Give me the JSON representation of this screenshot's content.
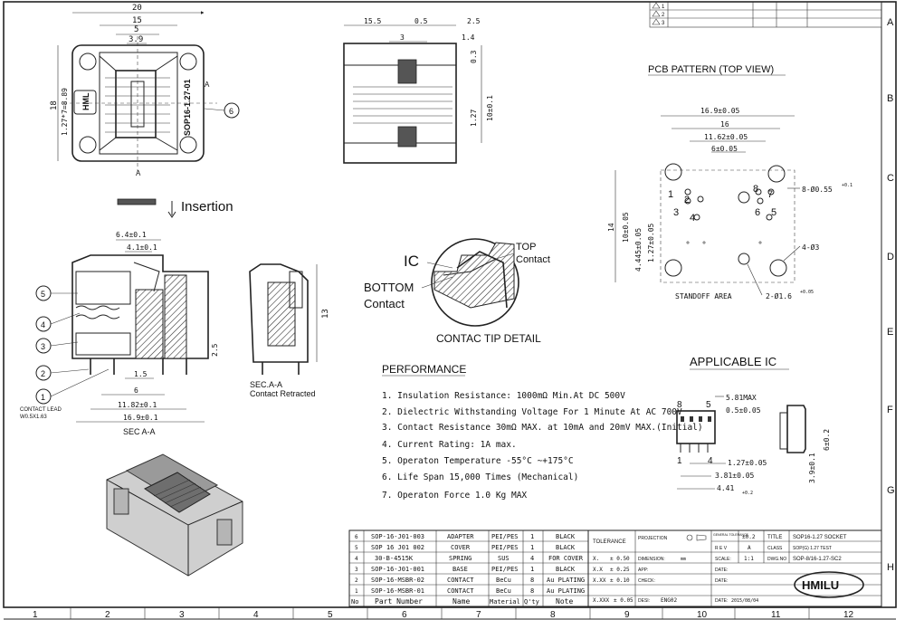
{
  "revision": {
    "rows": [
      "1",
      "2",
      "3"
    ]
  },
  "grid": {
    "columns": [
      "1",
      "2",
      "3",
      "4",
      "5",
      "6",
      "7",
      "8",
      "9",
      "10",
      "11",
      "12"
    ],
    "rows": [
      "A",
      "B",
      "C",
      "D",
      "E",
      "F",
      "G",
      "H"
    ]
  },
  "top_view": {
    "dim_20": "20",
    "dim_15": "15",
    "dim_5": "5",
    "dim_39": "3.9",
    "dim_18": "18",
    "pitch": "1.27*7=8.89",
    "label": "SOP16-1.27-01",
    "balloon": "6",
    "logo": "HML",
    "section": "A"
  },
  "side_view": {
    "dim_155": "15.5",
    "dim_05": "0.5",
    "dim_25": "2.5",
    "dim_3": "3",
    "dim_14": "1.4",
    "dim_03": "0.3",
    "dim_127": "1.27",
    "dim_10": "10±0.1"
  },
  "insertion": "Insertion",
  "section_view": {
    "dim_64": "6.4±0.1",
    "dim_41": "4.1±0.1",
    "dim_15": "1.5",
    "dim_6": "6",
    "dim_1182": "11.82±0.1",
    "dim_169": "16.9±0.1",
    "dim_25": "2.5",
    "dim_13": "13",
    "contact_lead": "CONTACT LEAD",
    "lead_size": "W0.5X1.63",
    "sec_label": "SEC A-A",
    "retracted_sec": "SEC.A-A",
    "retracted_label": "Contact Retracted",
    "balloons": [
      "5",
      "4",
      "3",
      "2",
      "1"
    ]
  },
  "contact_detail": {
    "ic": "IC",
    "top": "TOP",
    "top_contact": "Contact",
    "bottom": "BOTTOM",
    "bottom_contact": "Contact",
    "title": "CONTAC TIP DETAIL"
  },
  "pcb": {
    "title": "PCB PATTERN (TOP VIEW)",
    "dim_169": "16.9±0.05",
    "dim_16": "16",
    "dim_1162": "11.62±0.05",
    "dim_6": "6±0.05",
    "dim_14": "14",
    "dim_10": "10±0.05",
    "dim_4445": "4.445±0.05",
    "dim_127": "1.27±0.05",
    "hole_8": "8-Ø0.55",
    "hole_8_tol": "+0.1",
    "hole_4": "4-Ø3",
    "hole_2": "2-Ø1.6",
    "hole_2_tol": "+0.05",
    "standoff": "STANDOFF AREA",
    "pins": [
      "8",
      "7",
      "6",
      "5",
      "1",
      "2",
      "3",
      "4"
    ]
  },
  "performance": {
    "title": "PERFORMANCE",
    "items": [
      "1. Insulation Resistance: 1000mΩ Min.At DC 500V",
      "2. Dielectric Withstanding Voltage For 1 Minute At AC 700V",
      "3. Contact Resistance 30mΩ MAX. at 10mA and 20mV MAX.(Initial)",
      "4. Current Rating: 1A max.",
      "5. Operaton Temperature -55°C ~+175°C",
      "6. Life Span 15,000 Times (Mechanical)",
      "7. Operaton Force 1.0 Kg MAX"
    ]
  },
  "applicable": {
    "title": "APPLICABLE IC",
    "dim_581": "5.81MAX",
    "dim_05": "0.5±0.05",
    "dim_127": "1.27±0.05",
    "dim_381": "3.81±0.05",
    "dim_441": "4.41",
    "dim_441_tol": "+0.2",
    "dim_39": "3.9±0.1",
    "dim_6": "6±0.2",
    "pin8": "8",
    "pin5": "5",
    "pin1": "1",
    "pin4": "4"
  },
  "bom": {
    "rows": [
      {
        "no": "6",
        "part": "SOP-16-J01-003",
        "name": "ADAPTER",
        "material": "PEI/PES",
        "qty": "1",
        "note": "BLACK"
      },
      {
        "no": "5",
        "part": "SOP 16 J01 002",
        "name": "COVER",
        "material": "PEI/PES",
        "qty": "1",
        "note": "BLACK"
      },
      {
        "no": "4",
        "part": "30-B-4515K",
        "name": "SPRING",
        "material": "SUS",
        "qty": "4",
        "note": "FOR COVER"
      },
      {
        "no": "3",
        "part": "SOP-16-J01-001",
        "name": "BASE",
        "material": "PEI/PES",
        "qty": "1",
        "note": "BLACK"
      },
      {
        "no": "2",
        "part": "SOP-16-MSBR-02",
        "name": "CONTACT",
        "material": "BeCu",
        "qty": "8",
        "note": "Au PLATING"
      },
      {
        "no": "1",
        "part": "SOP-16-MSBR-01",
        "name": "CONTACT",
        "material": "BeCu",
        "qty": "8",
        "note": "Au PLATING"
      }
    ],
    "header": {
      "no": "No",
      "part": "Part Number",
      "name": "Name",
      "material": "Material",
      "qty": "Q'ty",
      "note": "Note"
    }
  },
  "title_block": {
    "tolerance": "TOLERANCE",
    "tol_x": "X.",
    "tol_x_val": "± 0.50",
    "tol_xx": "X.X",
    "tol_xx_val": "± 0.25",
    "tol_xxx": "X.XX",
    "tol_xxx_val": "± 0.10",
    "tol_xxxx": "X.XXX",
    "tol_xxxx_val": "± 0.05",
    "projection": "PROJECTION",
    "general_tol": "GENERAL TOLERANCE",
    "gen_tol_val": "±0.2",
    "rev": "R E V",
    "rev_val": "A",
    "dimension": "DIMENSION:",
    "mm": "mm",
    "scale": "SCALE:",
    "scale_val": "1:1",
    "app": "APP:",
    "check": "CHECK:",
    "desi": "DESI:",
    "desi_val": "ENG02",
    "date": "DATE:",
    "date_val": "2015/08/04",
    "title": "TITLE",
    "title_val": "SOP16-1.27 SOCKET",
    "class": "CLASS",
    "class_val": "SOP(G) 1.27 TEST",
    "dwg_no": "DWG.NO",
    "dwg_val": "SOP-8/16-1.27-SC2",
    "logo": "HMILU"
  }
}
